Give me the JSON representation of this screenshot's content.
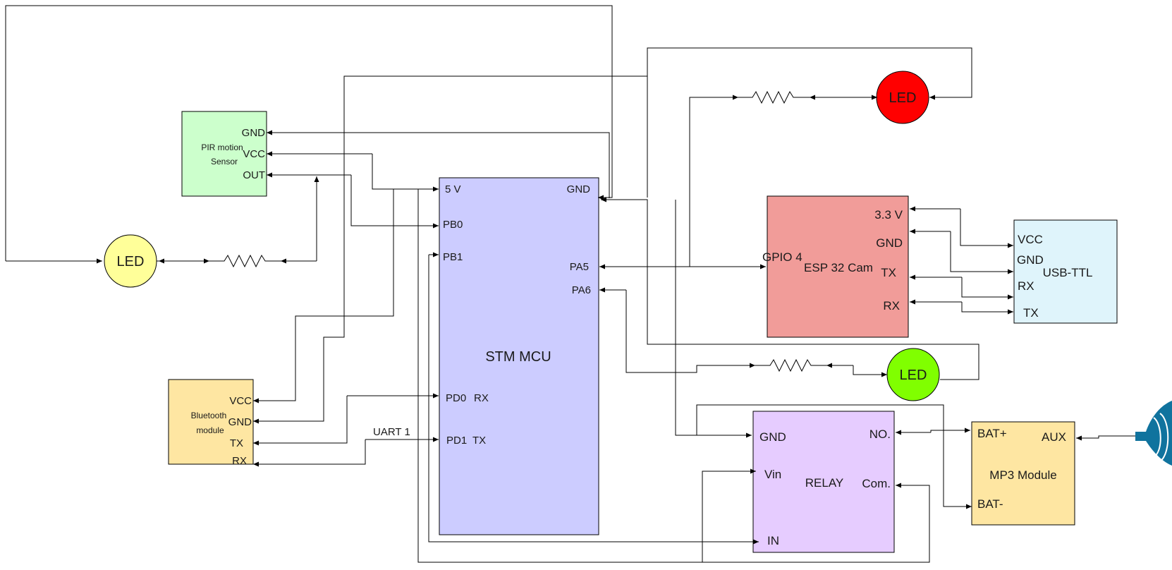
{
  "blocks": {
    "mcu": {
      "title": "STM MCU",
      "color": "#ccccff",
      "pins": {
        "v5": "5 V",
        "gnd": "GND",
        "pb0": "PB0",
        "pb1": "PB1",
        "pa5": "PA5",
        "pa6": "PA6",
        "pd0": "PD0",
        "pd0_rx": "RX",
        "pd1": "PD1",
        "pd1_tx": "TX"
      }
    },
    "pir": {
      "title_1": "PIR motion",
      "title_2": "Sensor",
      "color": "#ccffcc",
      "pins": {
        "gnd": "GND",
        "vcc": "VCC",
        "out": "OUT"
      }
    },
    "bluetooth": {
      "title_1": "Bluetooth",
      "title_2": "module",
      "color": "#fee6a2",
      "pins": {
        "vcc": "VCC",
        "gnd": "GND",
        "tx": "TX",
        "rx": "RX"
      }
    },
    "esp32": {
      "title": "ESP 32 Cam",
      "color": "#f19c99",
      "pins": {
        "gpio4": "GPIO 4",
        "v33": "3.3 V",
        "gnd": "GND",
        "tx": "TX",
        "rx": "RX"
      }
    },
    "usb_ttl": {
      "title": "USB-TTL",
      "color": "#dff4fb",
      "pins": {
        "vcc": "VCC",
        "gnd": "GND",
        "rx": "RX",
        "tx": "TX"
      }
    },
    "relay": {
      "title": "RELAY",
      "color": "#e6ccff",
      "pins": {
        "gnd": "GND",
        "vin": "Vin",
        "in": "IN",
        "no": "NO.",
        "com": "Com."
      }
    },
    "mp3": {
      "title": "MP3 Module",
      "color": "#fee6a2",
      "pins": {
        "bat_plus": "BAT+",
        "bat_minus": "BAT-",
        "aux": "AUX"
      }
    }
  },
  "leds": {
    "yellow": {
      "label": "LED",
      "color": "#ffff99"
    },
    "red": {
      "label": "LED",
      "color": "#ff0000"
    },
    "green": {
      "label": "LED",
      "color": "#80ff00"
    }
  },
  "wire_labels": {
    "uart": "UART 1"
  },
  "speaker": {
    "icon": "speaker-icon",
    "color": "#10739e"
  }
}
